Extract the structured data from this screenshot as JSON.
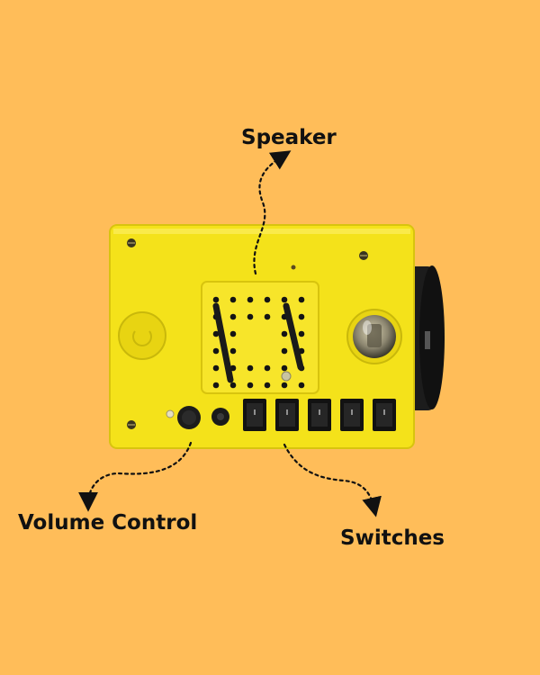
{
  "labels": {
    "speaker": "Speaker",
    "volume_control": "Volume Control",
    "switches": "Switches"
  },
  "colors": {
    "background": "#FFBD59",
    "device_body": "#F4E21A",
    "device_shadow": "#D8C40E",
    "knob_housing": "#1C1C1C",
    "switch": "#121212",
    "annotation_text": "#111111"
  },
  "components": {
    "switch_count": 5,
    "speaker_hole_rows": 6,
    "speaker_hole_cols": 6
  }
}
